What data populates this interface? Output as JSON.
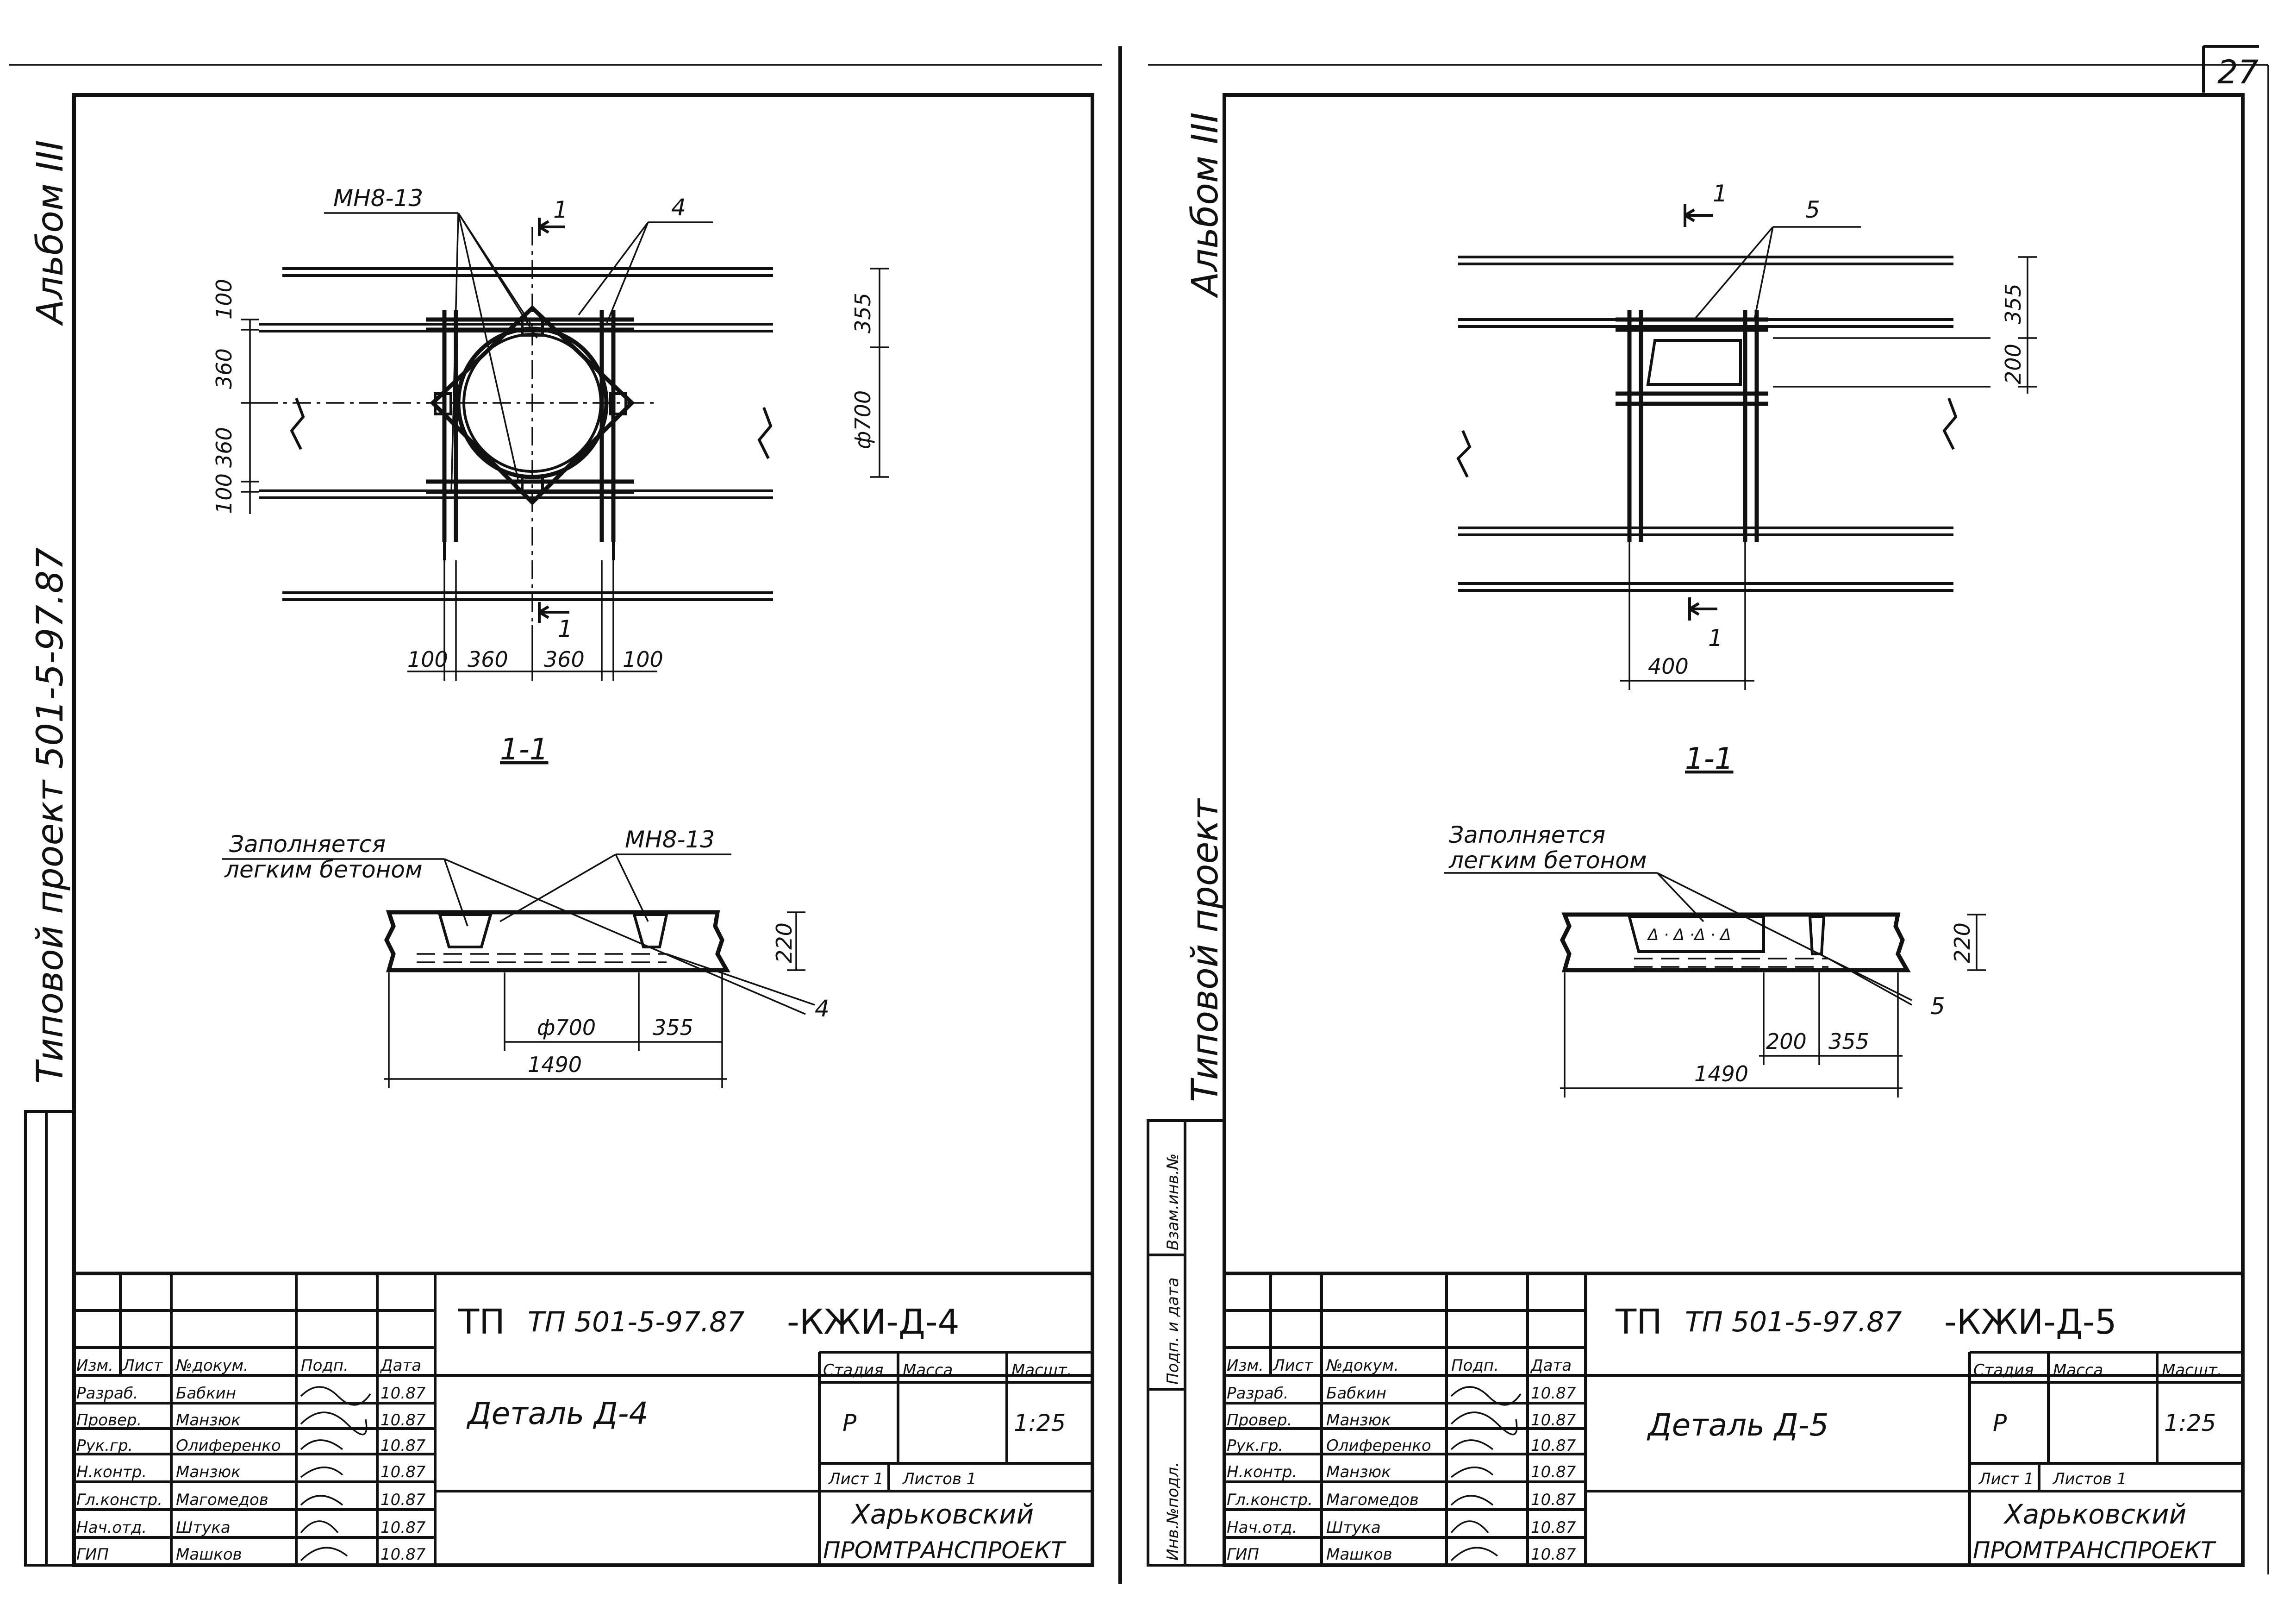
{
  "page_number": "27",
  "left_sheet": {
    "side_label": {
      "album": "Альбом III",
      "project": "Типовой проект 501-5-97.87"
    },
    "plan": {
      "mark_leader": "МН8-13",
      "item_callout": "4",
      "section_mark_top": "1",
      "section_mark_bottom": "1",
      "dim_vertical": [
        "100",
        "360",
        "360",
        "100"
      ],
      "dim_right_top": "355",
      "dim_right_dia": "ф700",
      "dim_horizontal": [
        "100",
        "360",
        "360",
        "100"
      ]
    },
    "section": {
      "title": "1-1",
      "note_line1": "Заполняется",
      "note_line2": "легким бетоном",
      "mark_leader": "МН8-13",
      "item_callout": "4",
      "dim_height": "220",
      "dim_dia": "ф700",
      "dim_355": "355",
      "dim_total": "1490"
    },
    "title_block": {
      "cipher": "ТП 501-5-97.87",
      "cipher_code": "-КЖИ-Д-4",
      "headers": [
        "Изм.",
        "Лист",
        "№докум.",
        "Подп.",
        "Дата"
      ],
      "rows": [
        {
          "role": "Разраб.",
          "name": "Бабкин",
          "date": "10.87"
        },
        {
          "role": "Провер.",
          "name": "Манзюк",
          "date": "10.87"
        },
        {
          "role": "Рук.гр.",
          "name": "Олиференко",
          "date": "10.87"
        },
        {
          "role": "Н.контр.",
          "name": "Манзюк",
          "date": "10.87"
        },
        {
          "role": "Гл.констр.",
          "name": "Магомедов",
          "date": "10.87"
        },
        {
          "role": "Нач.отд.",
          "name": "Штука",
          "date": "10.87"
        },
        {
          "role": "ГИП",
          "name": "Машков",
          "date": "10.87"
        }
      ],
      "drawing_title": "Деталь Д-4",
      "stage_header": "Стадия",
      "mass_header": "Масса",
      "scale_header": "Масшт.",
      "stage": "Р",
      "scale": "1:25",
      "sheet": "Лист 1",
      "sheets": "Листов 1",
      "org_line1": "Харьковский",
      "org_line2": "ПРОМТРАНСПРОЕКТ"
    }
  },
  "right_sheet": {
    "side_label": {
      "album": "Альбом III",
      "project": "Типовой проект"
    },
    "side_stamp": [
      "Инв.№подл.",
      "Подп. и дата",
      "Взам.инв.№"
    ],
    "plan": {
      "section_mark_top": "1",
      "section_mark_bottom": "1",
      "item_callout": "5",
      "dim_355": "355",
      "dim_200": "200",
      "dim_400": "400"
    },
    "section": {
      "title": "1-1",
      "note_line1": "Заполняется",
      "note_line2": "легким бетоном",
      "item_callout": "5",
      "dim_height": "220",
      "dim_200": "200",
      "dim_355": "355",
      "dim_total": "1490"
    },
    "title_block": {
      "cipher": "ТП 501-5-97.87",
      "cipher_code": "-КЖИ-Д-5",
      "headers": [
        "Изм.",
        "Лист",
        "№докум.",
        "Подп.",
        "Дата"
      ],
      "rows": [
        {
          "role": "Разраб.",
          "name": "Бабкин",
          "date": "10.87"
        },
        {
          "role": "Провер.",
          "name": "Манзюк",
          "date": "10.87"
        },
        {
          "role": "Рук.гр.",
          "name": "Олиференко",
          "date": "10.87"
        },
        {
          "role": "Н.контр.",
          "name": "Манзюк",
          "date": "10.87"
        },
        {
          "role": "Гл.констр.",
          "name": "Магомедов",
          "date": "10.87"
        },
        {
          "role": "Нач.отд.",
          "name": "Штука",
          "date": "10.87"
        },
        {
          "role": "ГИП",
          "name": "Машков",
          "date": "10.87"
        }
      ],
      "drawing_title": "Деталь Д-5",
      "stage_header": "Стадия",
      "mass_header": "Масса",
      "scale_header": "Масшт.",
      "stage": "Р",
      "scale": "1:25",
      "sheet": "Лист 1",
      "sheets": "Листов 1",
      "org_line1": "Харьковский",
      "org_line2": "ПРОМТРАНСПРОЕКТ"
    }
  }
}
